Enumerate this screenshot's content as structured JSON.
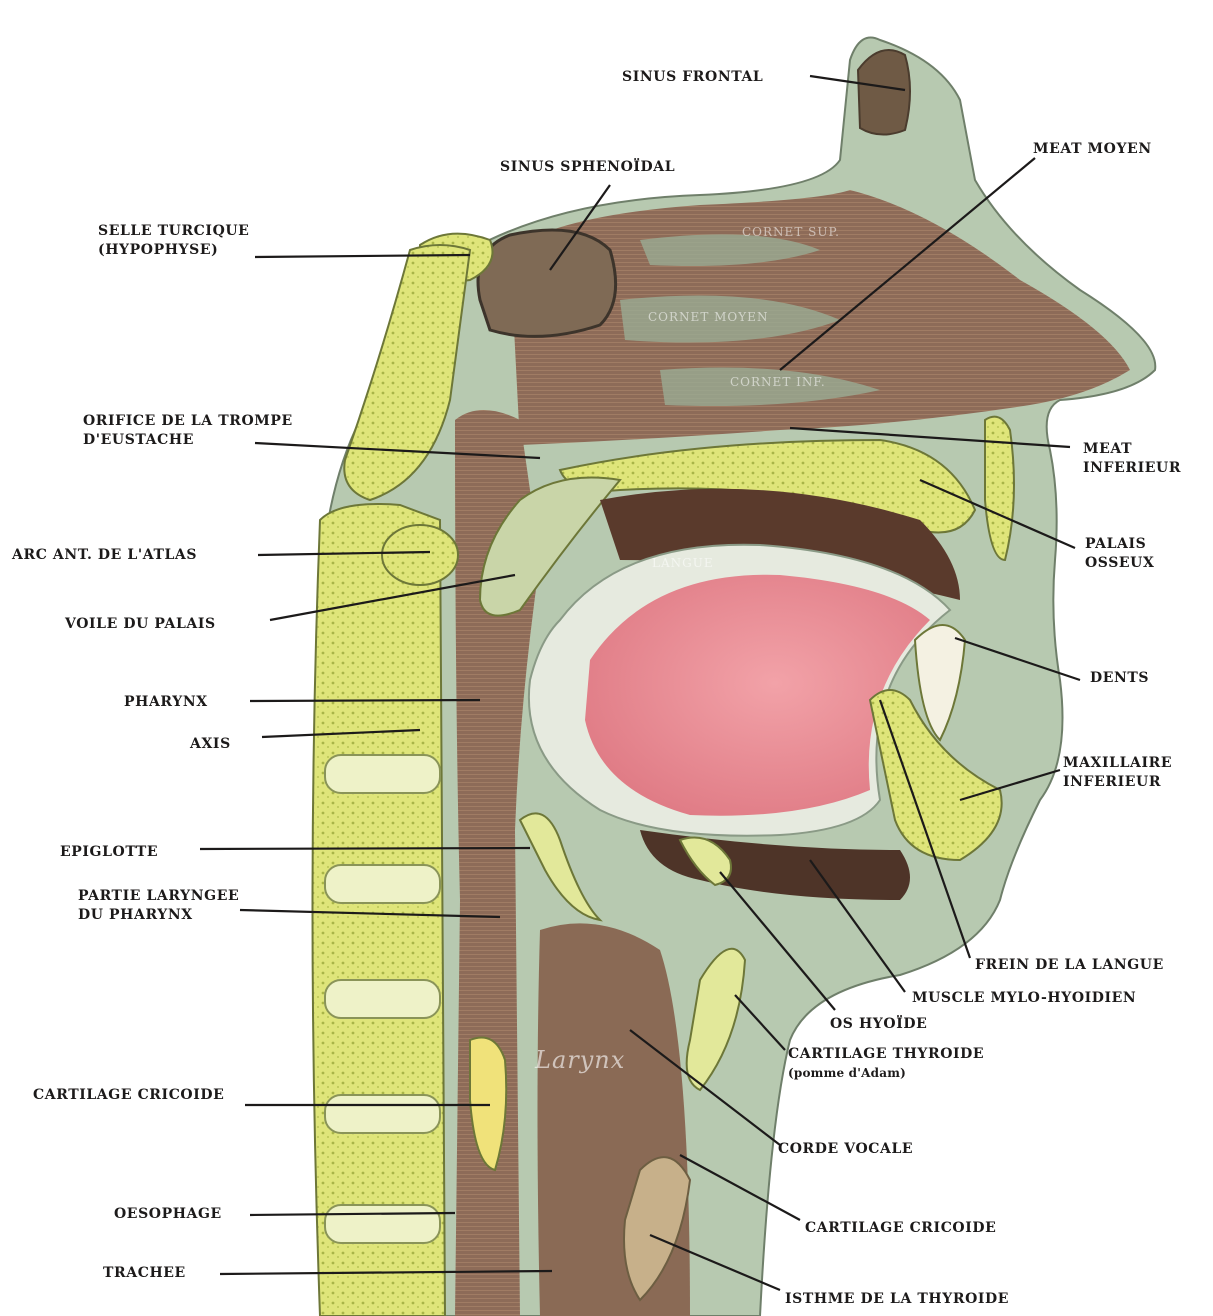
{
  "labels": {
    "sinus_frontal": [
      "SINUS FRONTAL"
    ],
    "meat_moyen": [
      "MEAT MOYEN"
    ],
    "sinus_sphenoidal": [
      "SINUS SPHENOÏDAL"
    ],
    "selle_turcique": [
      "SELLE TURCIQUE",
      "(HYPOPHYSE)"
    ],
    "orifice_trompe": [
      "ORIFICE DE LA TROMPE",
      "D'EUSTACHE"
    ],
    "meat_inferieur": [
      "MEAT",
      "INFERIEUR"
    ],
    "palais_osseux": [
      "PALAIS",
      "OSSEUX"
    ],
    "arc_atlas": [
      "ARC ANT. DE L'ATLAS"
    ],
    "voile_palais": [
      "VOILE DU PALAIS"
    ],
    "dents": [
      "DENTS"
    ],
    "pharynx": [
      "PHARYNX"
    ],
    "axis": [
      "AXIS"
    ],
    "maxillaire_inferieur": [
      "MAXILLAIRE",
      "INFERIEUR"
    ],
    "epiglotte": [
      "EPIGLOTTE"
    ],
    "partie_laryngee": [
      "PARTIE LARYNGEE",
      "DU PHARYNX"
    ],
    "frein_langue": [
      "FREIN DE LA LANGUE"
    ],
    "muscle_mylo": [
      "MUSCLE MYLO-HYOIDIEN"
    ],
    "os_hyoide": [
      "OS HYOÏDE"
    ],
    "cartilage_thyroide": [
      "CARTILAGE THYROIDE",
      "(pomme d'Adam)"
    ],
    "cartilage_cricoide_left": [
      "CARTILAGE CRICOIDE"
    ],
    "corde_vocale": [
      "CORDE VOCALE"
    ],
    "oesophage": [
      "OESOPHAGE"
    ],
    "cartilage_cricoide_right": [
      "CARTILAGE CRICOIDE"
    ],
    "trachee": [
      "TRACHEE"
    ],
    "isthme_thyroide": [
      "ISTHME DE LA THYROIDE"
    ]
  },
  "organ_text": {
    "cornet_sup": "CORNET SUP.",
    "cornet_moyen": "CORNET MOYEN",
    "cornet_inf": "CORNET INF.",
    "langue": "LANGUE",
    "larynx": "Larynx"
  },
  "colors": {
    "bone": "#d9e26a",
    "bone_light": "#eef2a8",
    "cavity": "#8a6a55",
    "cavity_dark": "#5a3a2c",
    "tissue": "#9fb8a0",
    "tongue": "#e88f96",
    "leader": "#1c1a1a"
  }
}
